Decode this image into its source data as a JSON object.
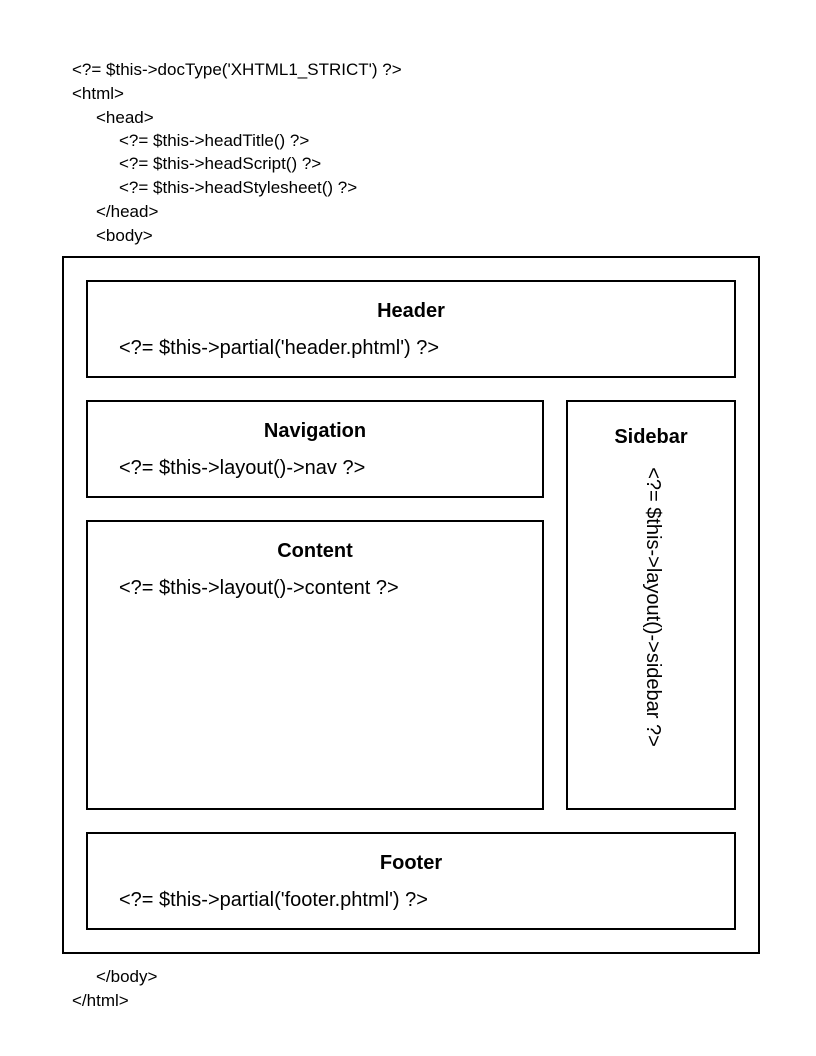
{
  "code_top": {
    "line1": "<?= $this->docType('XHTML1_STRICT') ?>",
    "line2": "<html>",
    "line3": "<head>",
    "line4": "<?= $this->headTitle() ?>",
    "line5": "<?= $this->headScript() ?>",
    "line6": "<?= $this->headStylesheet() ?>",
    "line7": "</head>",
    "line8": "<body>"
  },
  "regions": {
    "header": {
      "title": "Header",
      "code": "<?= $this->partial('header.phtml') ?>"
    },
    "navigation": {
      "title": "Navigation",
      "code": "<?= $this->layout()->nav ?>"
    },
    "content": {
      "title": "Content",
      "code": "<?= $this->layout()->content ?>"
    },
    "sidebar": {
      "title": "Sidebar",
      "code": "<?= $this->layout()->sidebar ?>"
    },
    "footer": {
      "title": "Footer",
      "code": "<?= $this->partial('footer.phtml') ?>"
    }
  },
  "code_bottom": {
    "line1": "</body>",
    "line2": "</html>"
  }
}
